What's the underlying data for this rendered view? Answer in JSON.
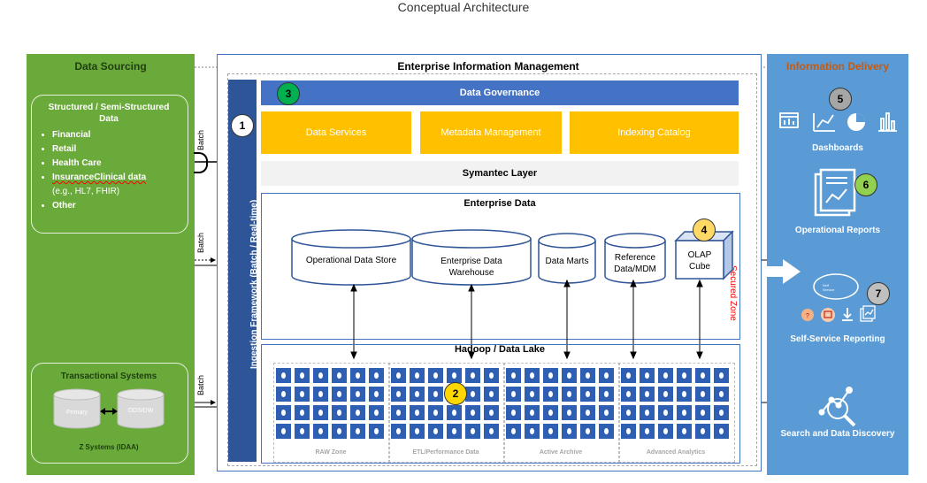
{
  "title": "Conceptual Architecture",
  "sourcing": {
    "heading": "Data Sourcing",
    "structured": {
      "title": "Structured / Semi-Structured Data",
      "items": [
        "Financial",
        "Retail",
        "Health Care",
        "InsuranceClinical data",
        "Other"
      ],
      "sub_note": "(e.g., HL7, FHIR)"
    },
    "transactional": {
      "title": "Transactional Systems",
      "primary": "Primary",
      "ods": "ODS/DW",
      "footer": "Z Systems (IDAA)"
    }
  },
  "batch_labels": [
    "Batch",
    "Batch",
    "Batch"
  ],
  "eim": {
    "title": "Enterprise Information Management",
    "secured_zone": "Secured Zone",
    "ingestion": "Ingestion Framework (Batch / Real-time)",
    "governance": "Data Governance",
    "services": [
      "Data Services",
      "Metadata Management",
      "Indexing Catalog"
    ],
    "semantic_layer": "Symantec Layer",
    "enterprise_data": {
      "title": "Enterprise Data",
      "stores": [
        "Operational Data Store",
        "Enterprise Data Warehouse",
        "Data Marts",
        "Reference Data/MDM"
      ],
      "olap": "OLAP Cube"
    },
    "lake": {
      "title": "Hadoop / Data Lake",
      "zones": [
        "RAW Zone",
        "ETL/Performance Data",
        "Active Archive",
        "Advanced Analytics"
      ]
    }
  },
  "delivery": {
    "heading": "Information Delivery",
    "items": [
      "Dashboards",
      "Operational Reports",
      "Self-Service Reporting",
      "Search and Data Discovery"
    ],
    "self_service_bubble": "Self Service"
  },
  "badges": [
    "1",
    "2",
    "3",
    "4",
    "5",
    "6",
    "7"
  ],
  "colors": {
    "sourcing": "#6aaa3a",
    "delivery": "#5b9bd5",
    "ingestion": "#2e5597",
    "governance": "#4472c4",
    "services": "#ffc000",
    "lake_cell": "#2f5fb3",
    "secured_zone": "#ff0000",
    "badge_green": "#00b050",
    "badge_yellow": "#ffd700",
    "badge_gray": "#a6a6a6"
  }
}
